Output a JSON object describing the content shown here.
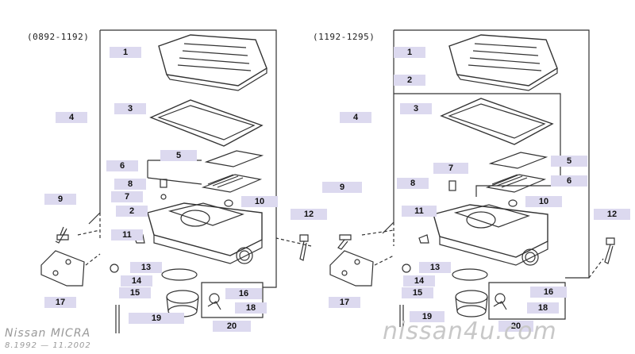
{
  "diagram": {
    "variants": [
      {
        "key": "left",
        "label": "(0892-1192)"
      },
      {
        "key": "right",
        "label": "(1192-1295)"
      }
    ],
    "callouts": {
      "left": [
        {
          "id": "1",
          "text": "1"
        },
        {
          "id": "3",
          "text": "3"
        },
        {
          "id": "4",
          "text": "4"
        },
        {
          "id": "5",
          "text": "5"
        },
        {
          "id": "6",
          "text": "6"
        },
        {
          "id": "8",
          "text": "8"
        },
        {
          "id": "7",
          "text": "7"
        },
        {
          "id": "10",
          "text": "10"
        },
        {
          "id": "9",
          "text": "9"
        },
        {
          "id": "2",
          "text": "2"
        },
        {
          "id": "11",
          "text": "11"
        },
        {
          "id": "13",
          "text": "13"
        },
        {
          "id": "14",
          "text": "14"
        },
        {
          "id": "15",
          "text": "15"
        },
        {
          "id": "16",
          "text": "16"
        },
        {
          "id": "18",
          "text": "18"
        },
        {
          "id": "17",
          "text": "17"
        },
        {
          "id": "19",
          "text": "19"
        },
        {
          "id": "20",
          "text": "20"
        },
        {
          "id": "12",
          "text": "12"
        }
      ],
      "right": [
        {
          "id": "1",
          "text": "1"
        },
        {
          "id": "2",
          "text": "2"
        },
        {
          "id": "3",
          "text": "3"
        },
        {
          "id": "4",
          "text": "4"
        },
        {
          "id": "7",
          "text": "7"
        },
        {
          "id": "5",
          "text": "5"
        },
        {
          "id": "6",
          "text": "6"
        },
        {
          "id": "8",
          "text": "8"
        },
        {
          "id": "9",
          "text": "9"
        },
        {
          "id": "10",
          "text": "10"
        },
        {
          "id": "11",
          "text": "11"
        },
        {
          "id": "12",
          "text": "12"
        },
        {
          "id": "13",
          "text": "13"
        },
        {
          "id": "14",
          "text": "14"
        },
        {
          "id": "15",
          "text": "15"
        },
        {
          "id": "16",
          "text": "16"
        },
        {
          "id": "17",
          "text": "17"
        },
        {
          "id": "18",
          "text": "18"
        },
        {
          "id": "19",
          "text": "19"
        },
        {
          "id": "20",
          "text": "20"
        }
      ]
    }
  },
  "footer": {
    "brand": "Nissan MICRA",
    "dates": "8.1992 — 11.2002",
    "watermark": "nissan4u.com"
  }
}
